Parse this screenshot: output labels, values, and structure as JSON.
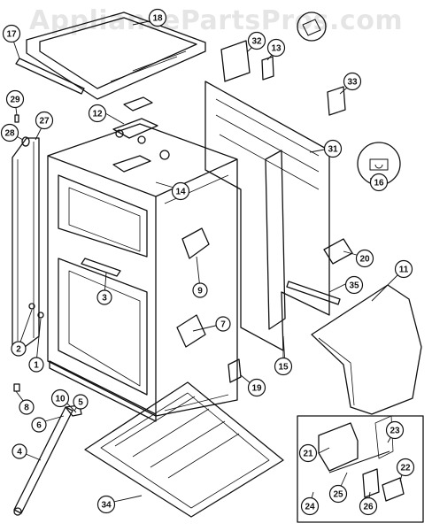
{
  "watermark": "AppliancePartsPros.com",
  "colors": {
    "line": "#111111",
    "paper": "#ffffff",
    "watermark": "#d8d8d8"
  },
  "parts": [
    {
      "id": "1",
      "label": "1"
    },
    {
      "id": "2",
      "label": "2"
    },
    {
      "id": "3",
      "label": "3"
    },
    {
      "id": "4",
      "label": "4"
    },
    {
      "id": "5",
      "label": "5"
    },
    {
      "id": "6",
      "label": "6"
    },
    {
      "id": "7",
      "label": "7"
    },
    {
      "id": "8",
      "label": "8"
    },
    {
      "id": "9",
      "label": "9"
    },
    {
      "id": "10",
      "label": "10"
    },
    {
      "id": "11",
      "label": "11"
    },
    {
      "id": "12",
      "label": "12"
    },
    {
      "id": "13",
      "label": "13"
    },
    {
      "id": "14",
      "label": "14"
    },
    {
      "id": "15",
      "label": "15"
    },
    {
      "id": "16",
      "label": "16"
    },
    {
      "id": "17",
      "label": "17"
    },
    {
      "id": "18",
      "label": "18"
    },
    {
      "id": "19",
      "label": "19"
    },
    {
      "id": "20",
      "label": "20"
    },
    {
      "id": "21",
      "label": "21"
    },
    {
      "id": "22",
      "label": "22"
    },
    {
      "id": "23",
      "label": "23"
    },
    {
      "id": "24",
      "label": "24"
    },
    {
      "id": "25",
      "label": "25"
    },
    {
      "id": "26",
      "label": "26"
    },
    {
      "id": "27",
      "label": "27"
    },
    {
      "id": "28",
      "label": "28"
    },
    {
      "id": "29",
      "label": "29"
    },
    {
      "id": "31",
      "label": "31"
    },
    {
      "id": "32",
      "label": "32"
    },
    {
      "id": "33",
      "label": "33"
    },
    {
      "id": "34",
      "label": "34"
    },
    {
      "id": "35",
      "label": "35"
    }
  ]
}
